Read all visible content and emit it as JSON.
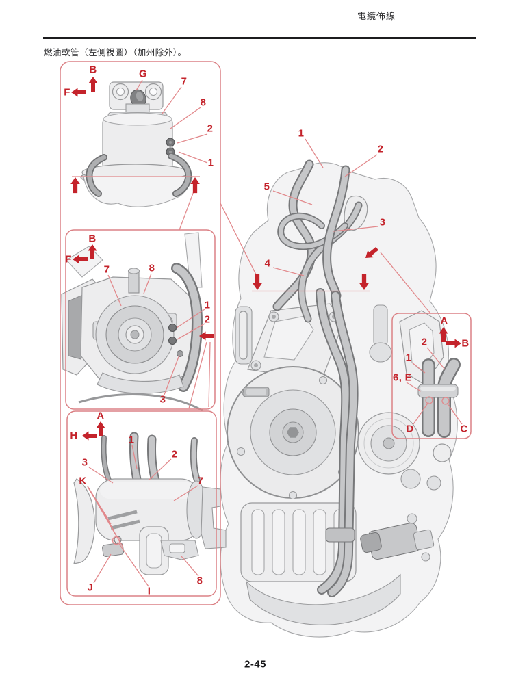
{
  "colors": {
    "callout_red": "#c4232b",
    "leader_pink": "#e2898c",
    "box_border": "#db8185"
  },
  "header": {
    "title": "電纜佈線"
  },
  "intro": {
    "caption": "燃油軟管（左側視圖）（加州除外）。"
  },
  "footer": {
    "page_number": "2-45"
  },
  "panel_pump_side": {
    "axis_up": "B",
    "axis_left": "F",
    "g": "G",
    "n7": "7",
    "n8": "8",
    "n2": "2",
    "n1": "1"
  },
  "panel_pump_bottom": {
    "axis_up": "B",
    "axis_left": "F",
    "n7": "7",
    "n8": "8",
    "n1": "1",
    "n2": "2",
    "n3": "3"
  },
  "panel_canister": {
    "axis_up": "A",
    "axis_left": "H",
    "n1": "1",
    "n2": "2",
    "n3": "3",
    "k": "K",
    "n7": "7",
    "j": "J",
    "i": "I",
    "n8": "8"
  },
  "main_view": {
    "n1": "1",
    "n2": "2",
    "n5": "5",
    "n3": "3",
    "n4": "4"
  },
  "panel_clamp": {
    "axis_up": "A",
    "axis_right": "B",
    "n2": "2",
    "n1": "1",
    "n6e": "6, E",
    "d": "D",
    "c": "C"
  }
}
